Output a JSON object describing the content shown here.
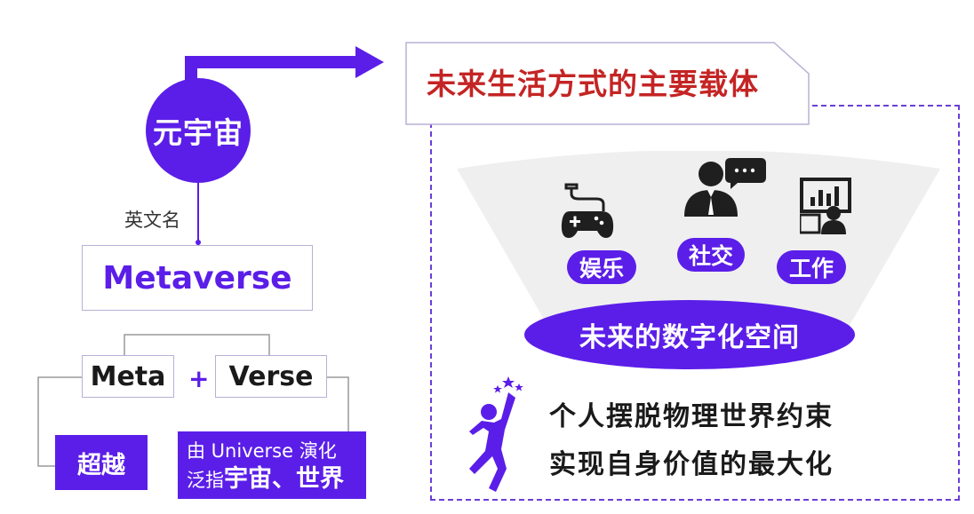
{
  "colors": {
    "purple": "#5b1ee8",
    "title_red": "#c42424",
    "dash": "#6a3fd6",
    "fan_gray": "#efefef"
  },
  "left": {
    "root": "元宇宙",
    "relation_label": "英文名",
    "english_name": "Metaverse",
    "part_meta": "Meta",
    "plus": "+",
    "part_verse": "Verse",
    "meta_meaning": "超越",
    "verse_meaning_line1": "由 Universe 演化",
    "verse_meaning_line2_prefix": "泛指",
    "verse_meaning_line2_main": "宇宙、世界"
  },
  "right": {
    "title": "未来生活方式的主要载体",
    "categories": [
      {
        "label": "娱乐",
        "icon": "gamepad-icon"
      },
      {
        "label": "社交",
        "icon": "person-chat-icon"
      },
      {
        "label": "工作",
        "icon": "presentation-icon"
      }
    ],
    "space_label": "未来的数字化空间",
    "statement_line1": "个人摆脱物理世界约束",
    "statement_line2": "实现自身价值的最大化",
    "figure_icon": "jumping-person-stars-icon"
  }
}
